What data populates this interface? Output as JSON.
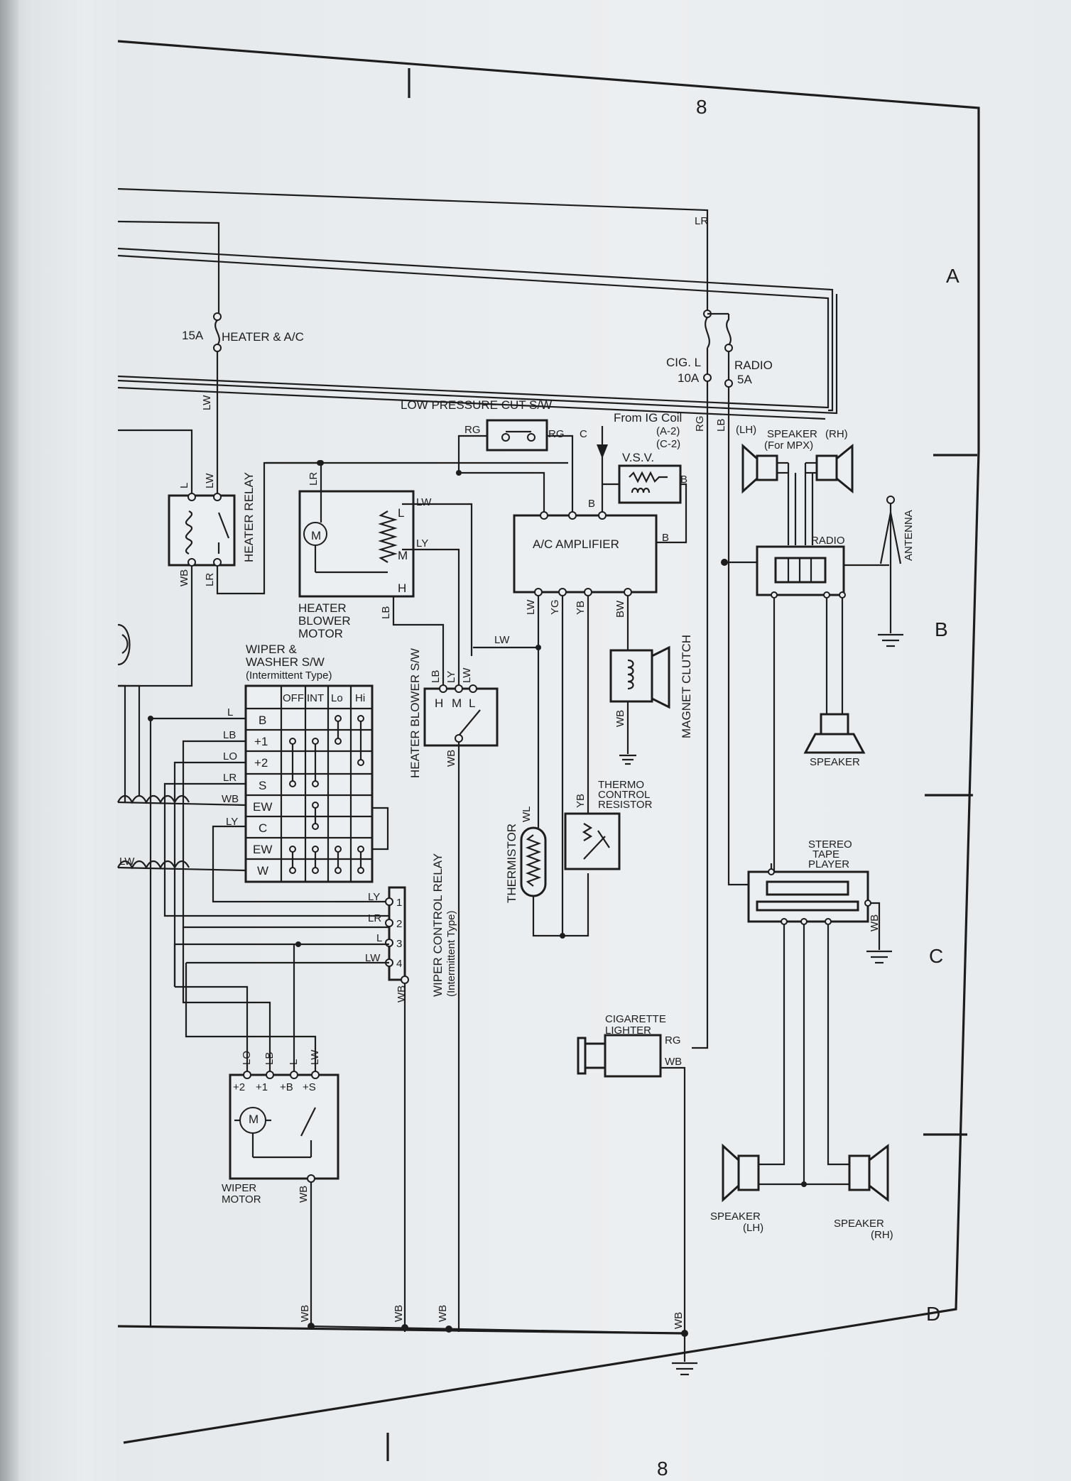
{
  "page": {
    "column_number": "8",
    "row_letters": [
      "A",
      "B",
      "C",
      "D"
    ]
  },
  "fuses": {
    "heater_ac": {
      "amp": "15A",
      "name": "HEATER & A/C"
    },
    "cig": {
      "name": "CIG. L",
      "amp": "10A"
    },
    "radio": {
      "name": "RADIO",
      "amp": "5A"
    }
  },
  "components": {
    "heater_relay": "HEATER RELAY",
    "heater_blower_motor": [
      "HEATER",
      "BLOWER",
      "MOTOR"
    ],
    "low_pressure_cut_sw": "LOW PRESSURE CUT S/W",
    "from_ig_coil": [
      "From IG Coil",
      "(A-2)",
      "(C-2)"
    ],
    "vsv": "V.S.V.",
    "ac_amplifier": "A/C AMPLIFIER",
    "magnet_clutch": "MAGNET CLUTCH",
    "heater_blower_sw": "HEATER BLOWER S/W",
    "thermistor": "THERMISTOR",
    "thermo_control_resistor": [
      "THERMO",
      "CONTROL",
      "RESISTOR"
    ],
    "wiper_washer_sw": [
      "WIPER &",
      "WASHER S/W",
      "(Intermittent Type)"
    ],
    "wiper_control_relay": [
      "WIPER CONTROL RELAY",
      "(Intermittent Type)"
    ],
    "wiper_motor": [
      "WIPER",
      "MOTOR"
    ],
    "cigarette_lighter": [
      "CIGARETTE",
      "LIGHTER"
    ],
    "speaker_mpx": [
      "(LH)",
      "SPEAKER",
      "(RH)",
      "(For MPX)"
    ],
    "radio": "RADIO",
    "antenna": "ANTENNA",
    "speaker": "SPEAKER",
    "stereo_tape_player": [
      "STEREO",
      "TAPE",
      "PLAYER"
    ],
    "speaker_lh": [
      "SPEAKER",
      "(LH)"
    ],
    "speaker_rh": [
      "SPEAKER",
      "(RH)"
    ]
  },
  "wiper_switch_table": {
    "headers": [
      "OFF",
      "INT",
      "Lo",
      "Hi"
    ],
    "rows": [
      "B",
      "+1",
      "+2",
      "S",
      "EW",
      "C",
      "EW",
      "W"
    ],
    "wires": [
      "L",
      "LB",
      "LO",
      "LR",
      "WB",
      "LY",
      "LW"
    ]
  },
  "wiper_relay_pins": [
    "1",
    "2",
    "3",
    "4"
  ],
  "wiper_relay_wires": [
    "LY",
    "LR",
    "L",
    "LW"
  ],
  "wiper_motor_terminals": [
    "+2",
    "+1",
    "+B",
    "+S"
  ],
  "wiper_motor_wires": [
    "LO",
    "LB",
    "L",
    "LW"
  ],
  "blower_motor_terms": [
    "L",
    "M",
    "H"
  ],
  "blower_sw_terms": [
    "H",
    "M",
    "L"
  ],
  "motor_symbol": "M",
  "wire_labels": {
    "lr": "LR",
    "lw": "LW",
    "l": "L",
    "wb": "WB",
    "ly": "LY",
    "lb": "LB",
    "rg": "RG",
    "c": "C",
    "b": "B",
    "yg": "YG",
    "yb": "YB",
    "bw": "BW",
    "wl": "WL"
  }
}
